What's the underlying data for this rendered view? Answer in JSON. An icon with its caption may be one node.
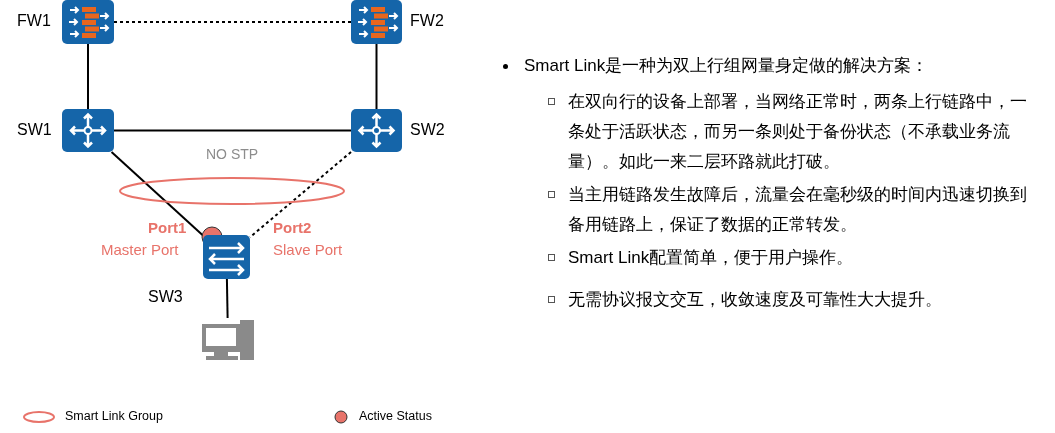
{
  "diagram": {
    "nodes": [
      {
        "text": [
          "FW1"
        ]
      },
      {
        "text": [
          "FW2"
        ]
      },
      {
        "text": [
          "SW1"
        ]
      },
      {
        "text": [
          "SW2"
        ]
      },
      {
        "text": [
          "SW3"
        ],
        "beside": [
          "Port1",
          "Master Port",
          "Port2",
          "Slave Port"
        ]
      },
      {
        "text": [],
        "shape": "computer"
      }
    ],
    "edges": [
      {
        "from": 0,
        "to": 1,
        "arrow": "none",
        "style": "dashed"
      },
      {
        "from": 0,
        "to": 2,
        "arrow": "none"
      },
      {
        "from": 1,
        "to": 3,
        "arrow": "none"
      },
      {
        "from": 2,
        "to": 3,
        "arrow": "none"
      },
      {
        "from": 2,
        "to": 4,
        "arrow": "none"
      },
      {
        "from": 3,
        "to": 4,
        "arrow": "none",
        "style": "dashed"
      },
      {
        "from": 4,
        "to": 5,
        "arrow": "none"
      }
    ],
    "labels": [
      "NO STP",
      "Smart Link是一种为双上行组网量身定做的解决方案：",
      "在双向行的设备上部署，当网络正常时，两条上行链路中，一条处于活跃状态，而另一条则处于备份状态（不承载业务流量）。如此一来二层环路就此打破。",
      "当主用链路发生故障后，流量会在毫秒级的时间内迅速切换到备用链路上，保证了数据的正常转发。",
      "Smart Link配置简单，便于用户操作。",
      "无需协议报文交互，收敛速度及可靠性大大提升。"
    ],
    "legend": [
      {
        "text": "Smart Link Group"
      },
      {
        "text": "Active Status",
        "color": "#e8736a"
      }
    ]
  }
}
